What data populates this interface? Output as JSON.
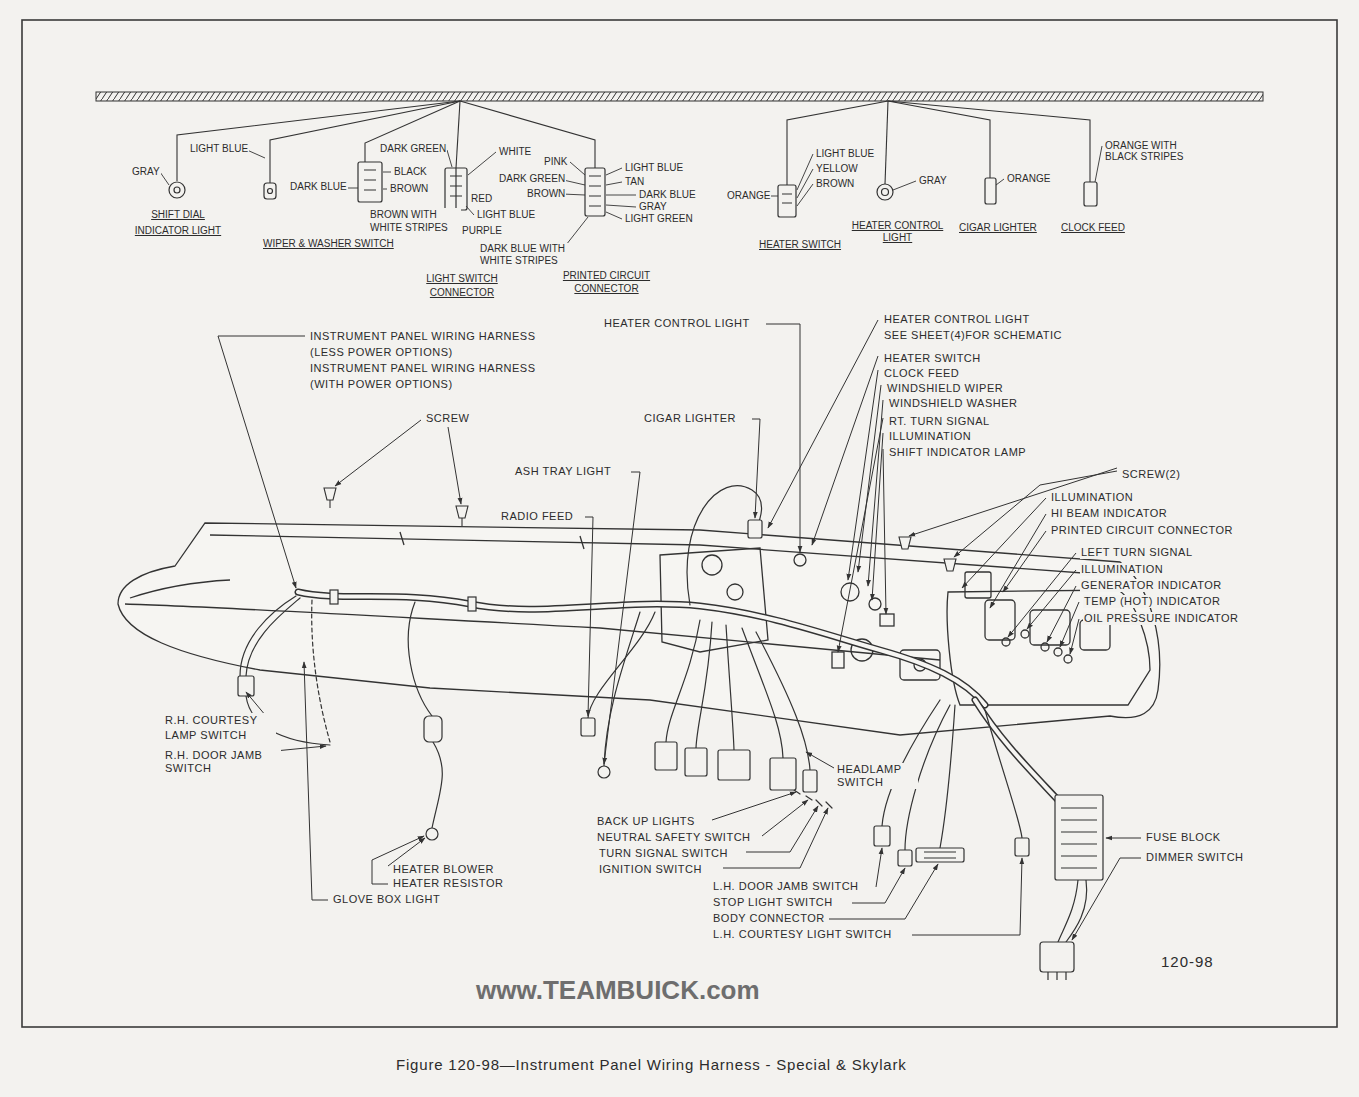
{
  "diagram": {
    "caption": "Figure 120-98—Instrument Panel Wiring Harness - Special & Skylark",
    "labels": [
      "GRAY",
      "LIGHT BLUE",
      "SHIFT DIAL INDICATOR LIGHT",
      "DARK BLUE",
      "DARK GREEN",
      "BLACK",
      "BROWN",
      "BROWN WITH WHITE STRIPES",
      "WIPER & WASHER SWITCH",
      "WHITE",
      "RED",
      "LIGHT BLUE",
      "PURPLE",
      "PINK",
      "DARK GREEN",
      "BROWN",
      "DARK BLUE WITH WHITE STRIPES",
      "LIGHT SWITCH CONNECTOR",
      "LIGHT BLUE",
      "TAN",
      "DARK BLUE",
      "GRAY",
      "LIGHT GREEN",
      "PRINTED CIRCUIT CONNECTOR",
      "ORANGE",
      "LIGHT BLUE",
      "YELLOW",
      "BROWN",
      "HEATER SWITCH",
      "GRAY",
      "HEATER CONTROL LIGHT",
      "ORANGE",
      "CIGAR LIGHTER",
      "ORANGE WITH BLACK STRIPES",
      "CLOCK FEED",
      "INSTRUMENT PANEL WIRING HARNESS (LESS POWER OPTIONS)",
      "INSTRUMENT PANEL WIRING HARNESS (WITH POWER OPTIONS)",
      "HEATER CONTROL LIGHT",
      "HEATER CONTROL LIGHT",
      "SEE SHEET(4)FOR SCHEMATIC",
      "HEATER SWITCH",
      "CLOCK FEED",
      "WINDSHIELD WIPER",
      "WINDSHIELD WASHER",
      "SCREW",
      "CIGAR LIGHTER",
      "RT. TURN SIGNAL",
      "ILLUMINATION",
      "SHIFT INDICATOR LAMP",
      "ASH TRAY LIGHT",
      "SCREW(2)",
      "ILLUMINATION",
      "HI BEAM INDICATOR",
      "RADIO FEED",
      "PRINTED CIRCUIT CONNECTOR",
      "LEFT TURN SIGNAL",
      "ILLUMINATION",
      "GENERATOR INDICATOR",
      "TEMP (HOT) INDICATOR",
      "OIL PRESSURE INDICATOR",
      "R.H. COURTESY LAMP SWITCH",
      "R.H. DOOR JAMB SWITCH",
      "HEADLAMP SWITCH",
      "BACK UP LIGHTS",
      "NEUTRAL SAFETY SWITCH",
      "TURN SIGNAL SWITCH",
      "FUSE BLOCK",
      "DIMMER SWITCH",
      "HEATER BLOWER",
      "IGNITION SWITCH",
      "HEATER RESISTOR",
      "L.H. DOOR JAMB SWITCH",
      "GLOVE BOX LIGHT",
      "STOP LIGHT SWITCH",
      "BODY CONNECTOR",
      "L.H. COURTESY LIGHT SWITCH",
      "120-98",
      "www.TEAMBUICK.com"
    ]
  }
}
